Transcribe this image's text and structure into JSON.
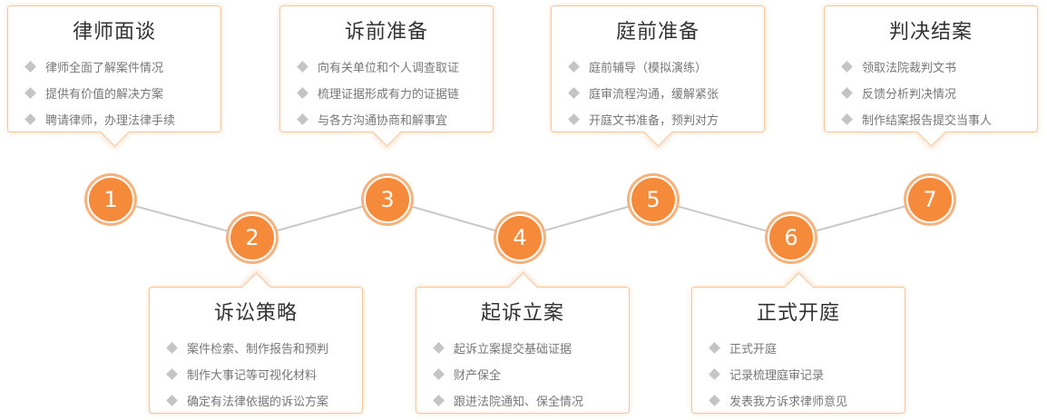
{
  "colors": {
    "accent": "#f58a3a",
    "accent_ring": "#f6b27c",
    "card_border": "#f7c49a",
    "connector": "#c8c8c8",
    "bullet": "#c4c4c4"
  },
  "steps": [
    {
      "number": "1",
      "title": "律师面谈",
      "items": [
        "律师全面了解案件情况",
        "提供有价值的解决方案",
        "聘请律师，办理法律手续"
      ]
    },
    {
      "number": "2",
      "title": "诉讼策略",
      "items": [
        "案件检索、制作报告和预判",
        "制作大事记等可视化材料",
        "确定有法律依据的诉讼方案"
      ]
    },
    {
      "number": "3",
      "title": "诉前准备",
      "items": [
        "向有关单位和个人调查取证",
        "梳理证据形成有力的证据链",
        "与各方沟通协商和解事宜"
      ]
    },
    {
      "number": "4",
      "title": "起诉立案",
      "items": [
        "起诉立案提交基础证据",
        "财产保全",
        "跟进法院通知、保全情况"
      ]
    },
    {
      "number": "5",
      "title": "庭前准备",
      "items": [
        "庭前辅导（模拟演练）",
        "庭审流程沟通，缓解紧张",
        "开庭文书准备，预判对方"
      ]
    },
    {
      "number": "6",
      "title": "正式开庭",
      "items": [
        "正式开庭",
        "记录梳理庭审记录",
        "发表我方诉求律师意见"
      ]
    },
    {
      "number": "7",
      "title": "判决结案",
      "items": [
        "领取法院裁判文书",
        "反馈分析判决情况",
        "制作结案报告提交当事人"
      ]
    }
  ]
}
